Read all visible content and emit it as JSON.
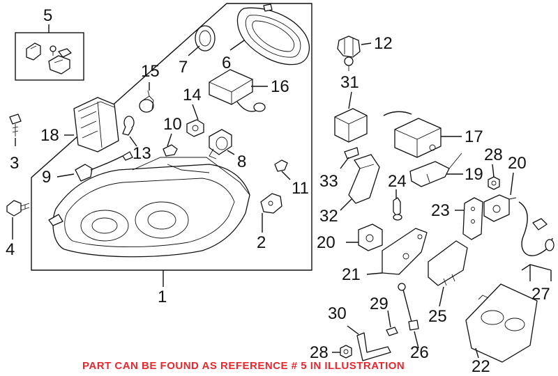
{
  "callouts": [
    {
      "id": "c5",
      "text": "5"
    },
    {
      "id": "c6",
      "text": "6"
    },
    {
      "id": "c7",
      "text": "7"
    },
    {
      "id": "c12",
      "text": "12"
    },
    {
      "id": "c15",
      "text": "15"
    },
    {
      "id": "c14",
      "text": "14"
    },
    {
      "id": "c16",
      "text": "16"
    },
    {
      "id": "c31",
      "text": "31"
    },
    {
      "id": "c18",
      "text": "18"
    },
    {
      "id": "c10",
      "text": "10"
    },
    {
      "id": "c3",
      "text": "3"
    },
    {
      "id": "c13",
      "text": "13"
    },
    {
      "id": "c8",
      "text": "8"
    },
    {
      "id": "c17",
      "text": "17"
    },
    {
      "id": "c28a",
      "text": "28"
    },
    {
      "id": "c20a",
      "text": "20"
    },
    {
      "id": "c9",
      "text": "9"
    },
    {
      "id": "c33",
      "text": "33"
    },
    {
      "id": "c19",
      "text": "19"
    },
    {
      "id": "c24",
      "text": "24"
    },
    {
      "id": "c11",
      "text": "11"
    },
    {
      "id": "c23",
      "text": "23"
    },
    {
      "id": "c32",
      "text": "32"
    },
    {
      "id": "c4",
      "text": "4"
    },
    {
      "id": "c2",
      "text": "2"
    },
    {
      "id": "c20b",
      "text": "20"
    },
    {
      "id": "c21",
      "text": "21"
    },
    {
      "id": "c27",
      "text": "27"
    },
    {
      "id": "c1",
      "text": "1"
    },
    {
      "id": "c29",
      "text": "29"
    },
    {
      "id": "c30",
      "text": "30"
    },
    {
      "id": "c25",
      "text": "25"
    },
    {
      "id": "c26",
      "text": "26"
    },
    {
      "id": "c28b",
      "text": "28"
    },
    {
      "id": "c22",
      "text": "22"
    }
  ],
  "note": "PART CAN BE FOUND AS REFERENCE # 5 IN ILLUSTRATION",
  "colors": {
    "note": "#e8282d",
    "ink": "#111111",
    "background": "#ffffff"
  }
}
